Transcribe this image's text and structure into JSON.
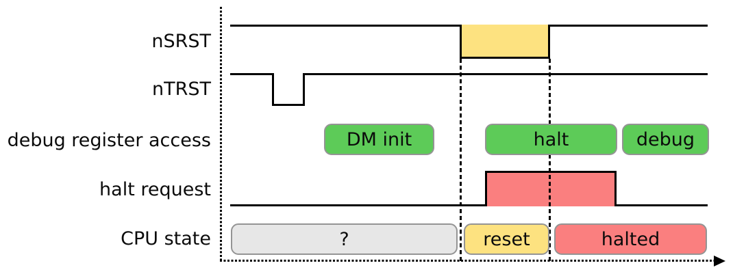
{
  "row_labels": {
    "nsrst": "nSRST",
    "ntrst": "nTRST",
    "debug_register_access": "debug register access",
    "halt_request": "halt request",
    "cpu_state": "CPU state"
  },
  "boxes": {
    "debug_access": [
      {
        "label": "DM init",
        "color": "#5dcb58"
      },
      {
        "label": "halt",
        "color": "#5dcb58"
      },
      {
        "label": "debug",
        "color": "#5dcb58"
      }
    ],
    "cpu_state": [
      {
        "label": "?",
        "color": "#e7e7e7"
      },
      {
        "label": "reset",
        "color": "#fde280"
      },
      {
        "label": "halted",
        "color": "#fa7f7f"
      }
    ]
  },
  "signal_fills": {
    "nsrst_low_pulse": "#fde280",
    "halt_request_high_pulse": "#fa7f7f"
  },
  "colors": {
    "signal_line": "#000000",
    "box_border": "#949494",
    "green": "#5dcb58",
    "yellow": "#fde280",
    "red": "#fa7f7f",
    "gray": "#e7e7e7",
    "background": "#ffffff"
  }
}
